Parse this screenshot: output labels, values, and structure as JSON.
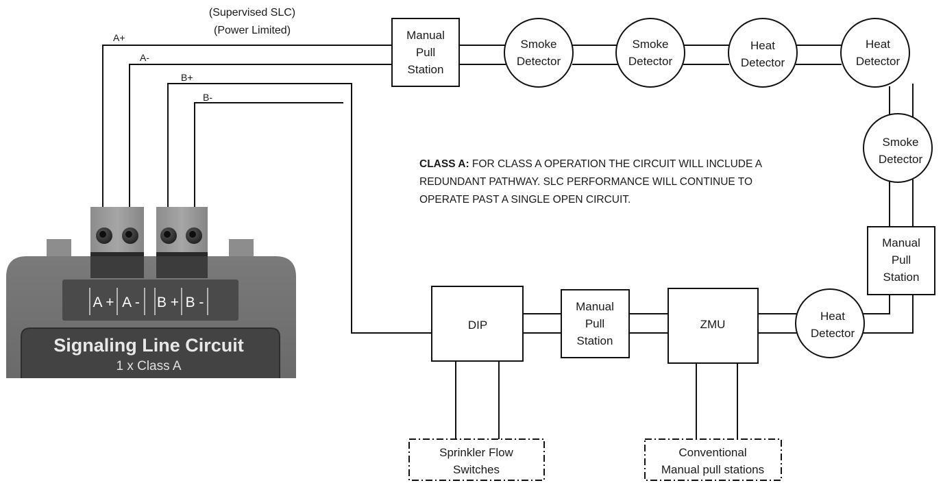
{
  "header": {
    "line1": "(Supervised SLC)",
    "line2": "(Power Limited)"
  },
  "wires": {
    "a_plus": "A+",
    "a_minus": "A-",
    "b_plus": "B+",
    "b_minus": "B-"
  },
  "devices": {
    "pull_top": [
      "Manual",
      "Pull",
      "Station"
    ],
    "smoke_1": [
      "Smoke",
      "Detector"
    ],
    "smoke_2": [
      "Smoke",
      "Detector"
    ],
    "heat_1": [
      "Heat",
      "Detector"
    ],
    "heat_2": [
      "Heat",
      "Detector"
    ],
    "smoke_right": [
      "Smoke",
      "Detector"
    ],
    "pull_right": [
      "Manual",
      "Pull",
      "Station"
    ],
    "heat_bottom": [
      "Heat",
      "Detector"
    ],
    "zmu": "ZMU",
    "pull_bottom": [
      "Manual",
      "Pull",
      "Station"
    ],
    "dip": "DIP"
  },
  "accessories": {
    "sprinkler": [
      "Sprinkler Flow",
      "Switches"
    ],
    "conventional": [
      "Conventional",
      "Manual pull stations"
    ]
  },
  "note": {
    "bold": "CLASS A:",
    "line1": " FOR CLASS A OPERATION THE CIRCUIT WILL INCLUDE A",
    "line2": "REDUNDANT PATHWAY. SLC PERFORMANCE WILL CONTINUE TO",
    "line3": "OPERATE PAST A SINGLE OPEN CIRCUIT."
  },
  "panel": {
    "terminals": [
      "A +",
      "A -",
      "B +",
      "B -"
    ],
    "title": "Signaling Line Circuit",
    "subtitle": "1 x Class A"
  }
}
